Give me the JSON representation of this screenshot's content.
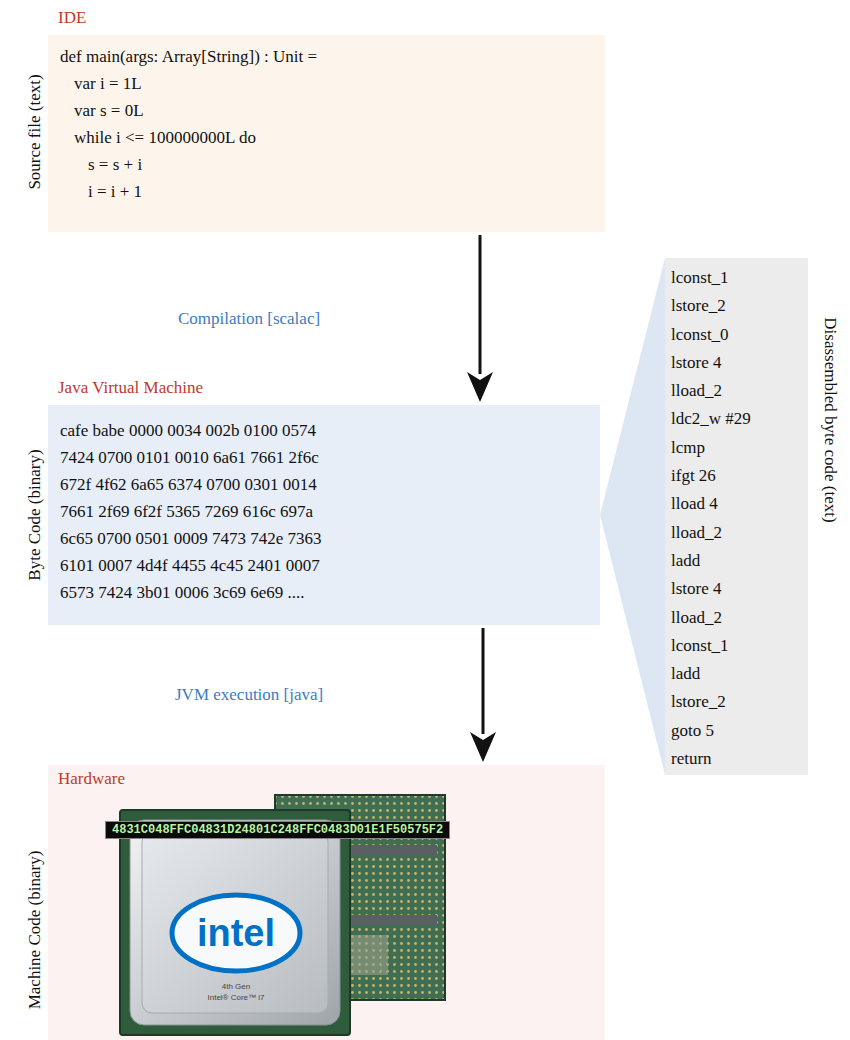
{
  "diagram": {
    "nodes": [
      {
        "text": [
          "IDE",
          "def main(args: Array[String]) : Unit =",
          "var i = 1L",
          "var s = 0L",
          "while i <= 100000000L do",
          "s = s + i",
          "i = i + 1"
        ]
      },
      {
        "text": [
          "Java Virtual Machine",
          "cafe babe 0000 0034 002b 0100 0574",
          "7424 0700 0101 0010 6a61 7661 2f6c",
          "672f 4f62 6a65 6374 0700 0301 0014",
          "7661 2f69 6f2f 5365 7269 616c 697a",
          "6c65 0700 0501 0009 7473 742e 7363",
          "6101 0007 4d4f 4455 4c45 2401 0007",
          "6573 7424 3b01 0006 3c69 6e69 ...."
        ]
      },
      {
        "text": [
          "lconst_1",
          "lstore_2",
          "lconst_0",
          "lstore 4",
          "lload_2",
          "ldc2_w #29",
          "lcmp",
          "ifgt 26",
          "lload 4",
          "lload_2",
          "ladd",
          "lstore 4",
          "lload_2",
          "lconst_1",
          "ladd",
          "lstore_2",
          "goto 5",
          "return"
        ]
      },
      {
        "text": [
          "Hardware"
        ]
      }
    ],
    "edges": [
      {
        "from": 0,
        "to": 1,
        "arrow": "to",
        "label": "Compilation [scalac]"
      },
      {
        "from": 1,
        "to": 2,
        "arrow": "none"
      },
      {
        "from": 1,
        "to": 3,
        "arrow": "to",
        "label": "JVM execution [java]"
      }
    ],
    "labels": [
      "Source file (text)",
      "Byte Code (binary)",
      "Disassembled byte code (text)",
      "Machine Code (binary)",
      "4831C048FFC04831D24801C248FFC0483D01E1F50575F2",
      "intel",
      "4th Gen",
      "Intel® Core™ i7"
    ]
  }
}
